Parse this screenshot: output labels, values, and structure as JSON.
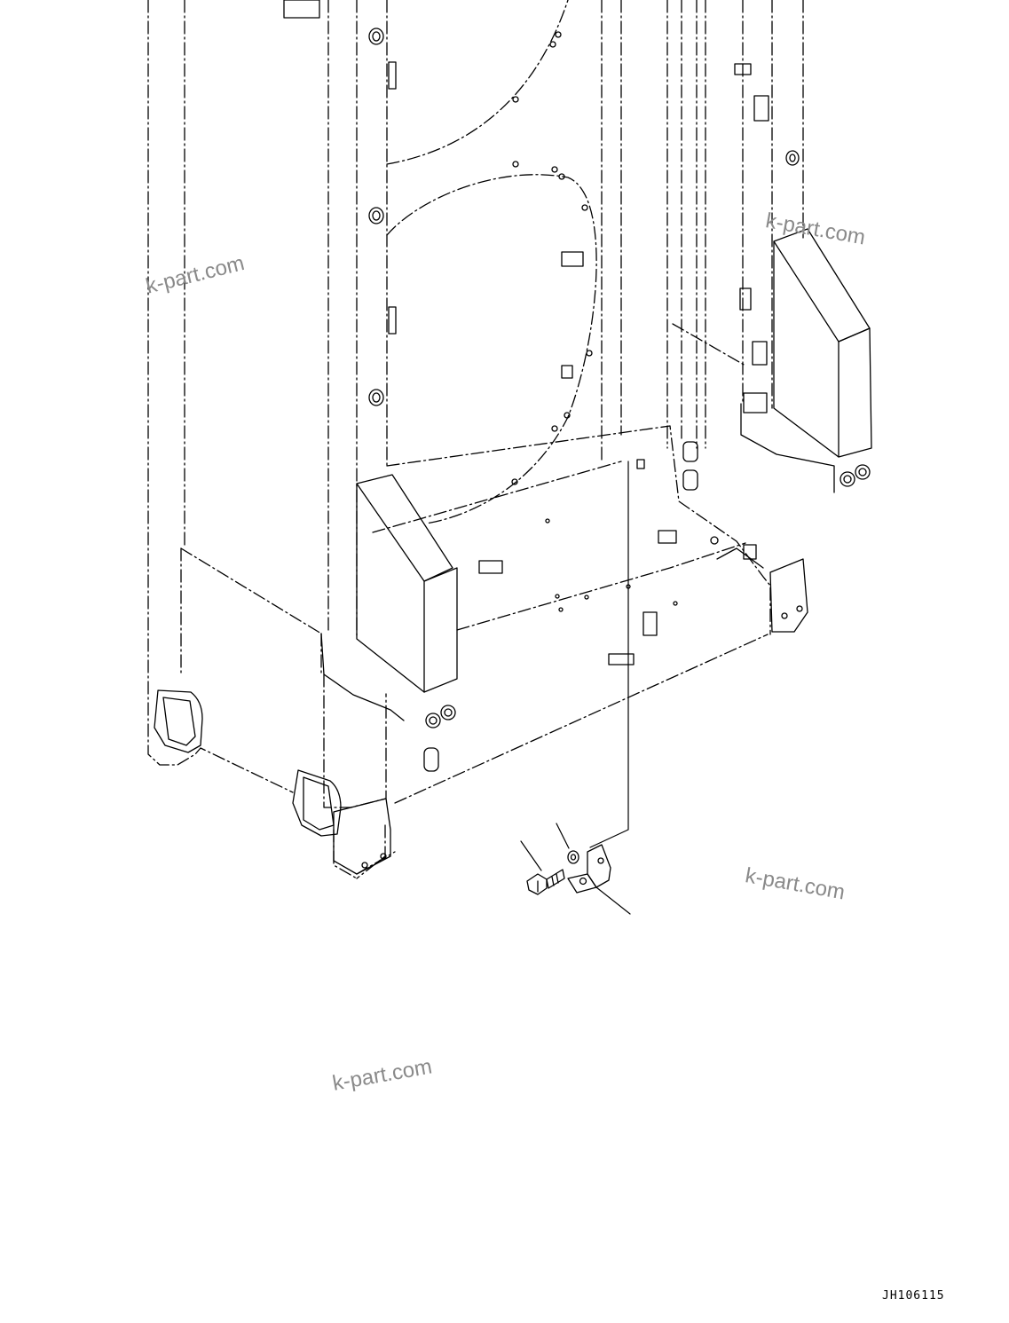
{
  "watermarks": [
    "k-part.com",
    "k-part.com",
    "k-part.com",
    "k-part.com"
  ],
  "drawing_code": "JH106115",
  "colors": {
    "line": "#000000",
    "watermark": "#8a8a8a",
    "background": "#ffffff"
  }
}
